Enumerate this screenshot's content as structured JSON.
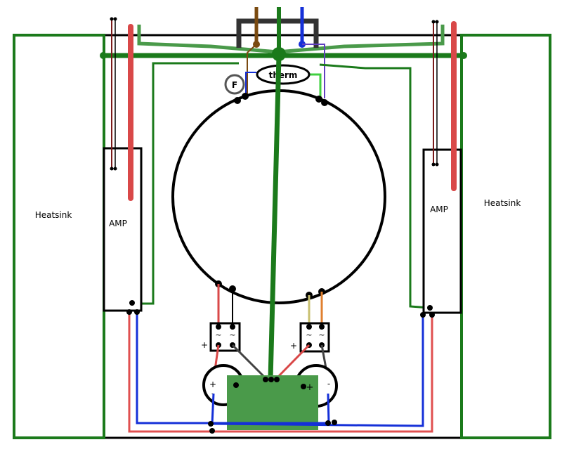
{
  "labels": {
    "heatsink_left": "Heatsink",
    "heatsink_right": "Heatsink",
    "amp_left": "AMP",
    "amp_right": "AMP",
    "therm": "therm",
    "fuse": "F",
    "bridge_left_plus": "+",
    "bridge_left_ac1": "~",
    "bridge_left_ac2": "~",
    "bridge_right_plus": "+",
    "bridge_right_ac1": "~",
    "bridge_right_ac2": "~",
    "cap_left_plus": "+",
    "cap_left_minus": "-",
    "cap_right_plus": "+",
    "cap_right_minus": "-"
  },
  "colors": {
    "ground_green": "#1b7a1b",
    "light_green": "#4a9a4a",
    "red": "#d94848",
    "blue": "#1530d8",
    "brown": "#7a4a10",
    "purple": "#6040c0",
    "olive": "#c8c070",
    "orange": "#e08030",
    "bright_green": "#40d040",
    "black": "#000000",
    "ground_block": "#4a9a4a"
  }
}
